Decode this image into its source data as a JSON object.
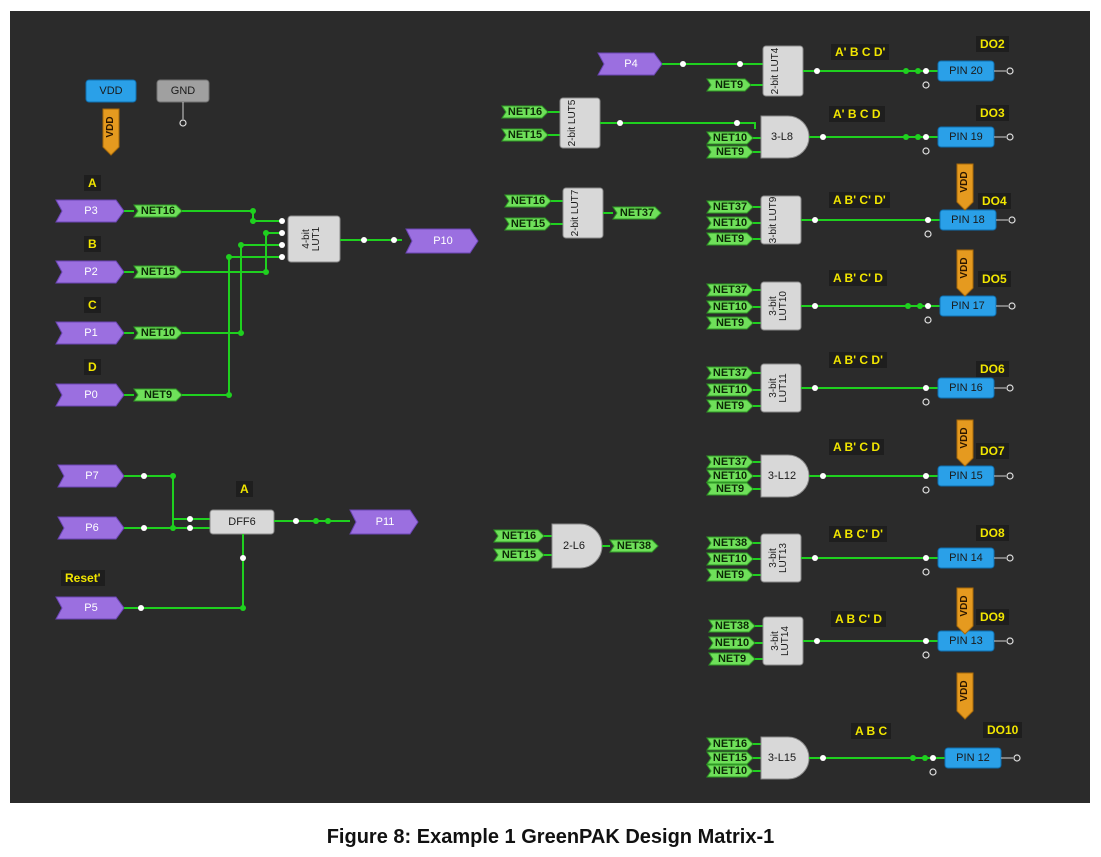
{
  "figure": {
    "caption": "Figure 8: Example 1 GreenPAK Design Matrix-1"
  },
  "colors": {
    "background": "#2b2b2b",
    "wire": "#1fd01f",
    "pin_purple": "#9b6fe0",
    "pin_blue": "#2aa0e8",
    "net_green": "#6fe05a",
    "vdd_orange": "#e59a1f",
    "label_yellow": "#f2e600",
    "block_gray": "#d8d8d8"
  },
  "power": {
    "vdd_label": "VDD",
    "gnd_label": "GND",
    "vdd_tag": "VDD"
  },
  "inputs": [
    {
      "id": "P3",
      "signal": "A",
      "net": "NET16"
    },
    {
      "id": "P2",
      "signal": "B",
      "net": "NET15"
    },
    {
      "id": "P1",
      "signal": "C",
      "net": "NET10"
    },
    {
      "id": "P0",
      "signal": "D",
      "net": "NET9"
    }
  ],
  "lut1": {
    "label": "4-bit LUT1",
    "output_pin": "P10"
  },
  "dff": {
    "label": "DFF6",
    "top_label": "A",
    "inputs": [
      "P7",
      "P6"
    ],
    "reset_label": "Reset'",
    "reset_pin": "P5",
    "output_pin": "P11"
  },
  "middle_blocks": [
    {
      "label": "2-bit LUT5",
      "inputs": [
        "NET16",
        "NET15"
      ]
    },
    {
      "label": "2-bit LUT7",
      "inputs": [
        "NET16",
        "NET15"
      ],
      "output": "NET37"
    },
    {
      "label": "2-L6",
      "inputs": [
        "NET16",
        "NET15"
      ],
      "output": "NET38"
    }
  ],
  "outputs": [
    {
      "do": "DO2",
      "term": "A' B C D'",
      "block": "2-bit LUT4",
      "inputs": [
        "P4",
        "NET9"
      ],
      "pin": "PIN 20"
    },
    {
      "do": "DO3",
      "term": "A' B C D",
      "block": "3-L8",
      "inputs": [
        "NET10",
        "NET9"
      ],
      "pin": "PIN 19"
    },
    {
      "do": "DO4",
      "term": "A B' C' D'",
      "block": "3-bit LUT9",
      "inputs": [
        "NET37",
        "NET10",
        "NET9"
      ],
      "pin": "PIN 18"
    },
    {
      "do": "DO5",
      "term": "A B' C' D",
      "block": "3-bit LUT10",
      "inputs": [
        "NET37",
        "NET10",
        "NET9"
      ],
      "pin": "PIN 17"
    },
    {
      "do": "DO6",
      "term": "A B' C D'",
      "block": "3-bit LUT11",
      "inputs": [
        "NET37",
        "NET10",
        "NET9"
      ],
      "pin": "PIN 16"
    },
    {
      "do": "DO7",
      "term": "A B' C D",
      "block": "3-L12",
      "inputs": [
        "NET37",
        "NET10",
        "NET9"
      ],
      "pin": "PIN 15"
    },
    {
      "do": "DO8",
      "term": "A B C' D'",
      "block": "3-bit LUT13",
      "inputs": [
        "NET38",
        "NET10",
        "NET9"
      ],
      "pin": "PIN 14"
    },
    {
      "do": "DO9",
      "term": "A B C' D",
      "block": "3-bit LUT14",
      "inputs": [
        "NET38",
        "NET10",
        "NET9"
      ],
      "pin": "PIN 13"
    },
    {
      "do": "DO10",
      "term": "A B C",
      "block": "3-L15",
      "inputs": [
        "NET16",
        "NET15",
        "NET10"
      ],
      "pin": "PIN 12"
    }
  ]
}
